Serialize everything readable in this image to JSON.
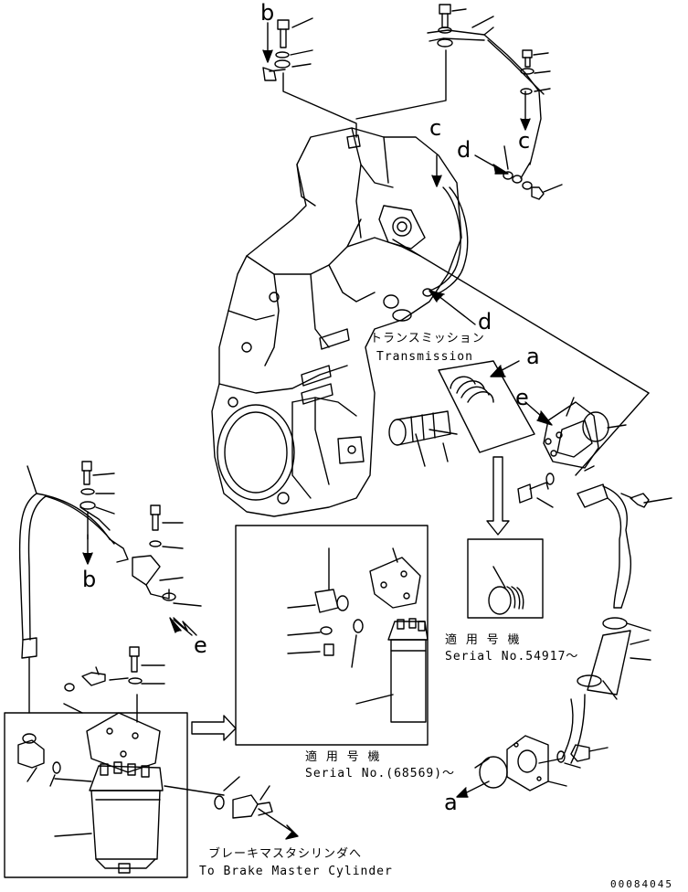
{
  "diagram": {
    "transmission_label_jp": "トランスミッション",
    "transmission_label_en": "Transmission",
    "serial_a_jp": "適 用 号 機",
    "serial_a_en": "Serial No.54917～",
    "serial_b_jp": "適 用 号 機",
    "serial_b_en": "Serial No.(68569)～",
    "brake_jp": "ブレーキマスタシリンダへ",
    "brake_en": "To Brake Master Cylinder",
    "drawing_code": "00084045",
    "callouts": {
      "b_top": "b",
      "c_top": "c",
      "c_mid": "c",
      "d_top": "d",
      "d_mid": "d",
      "a_top": "a",
      "e_right": "e",
      "b_left": "b",
      "e_left": "e",
      "a_bottom": "a"
    }
  }
}
